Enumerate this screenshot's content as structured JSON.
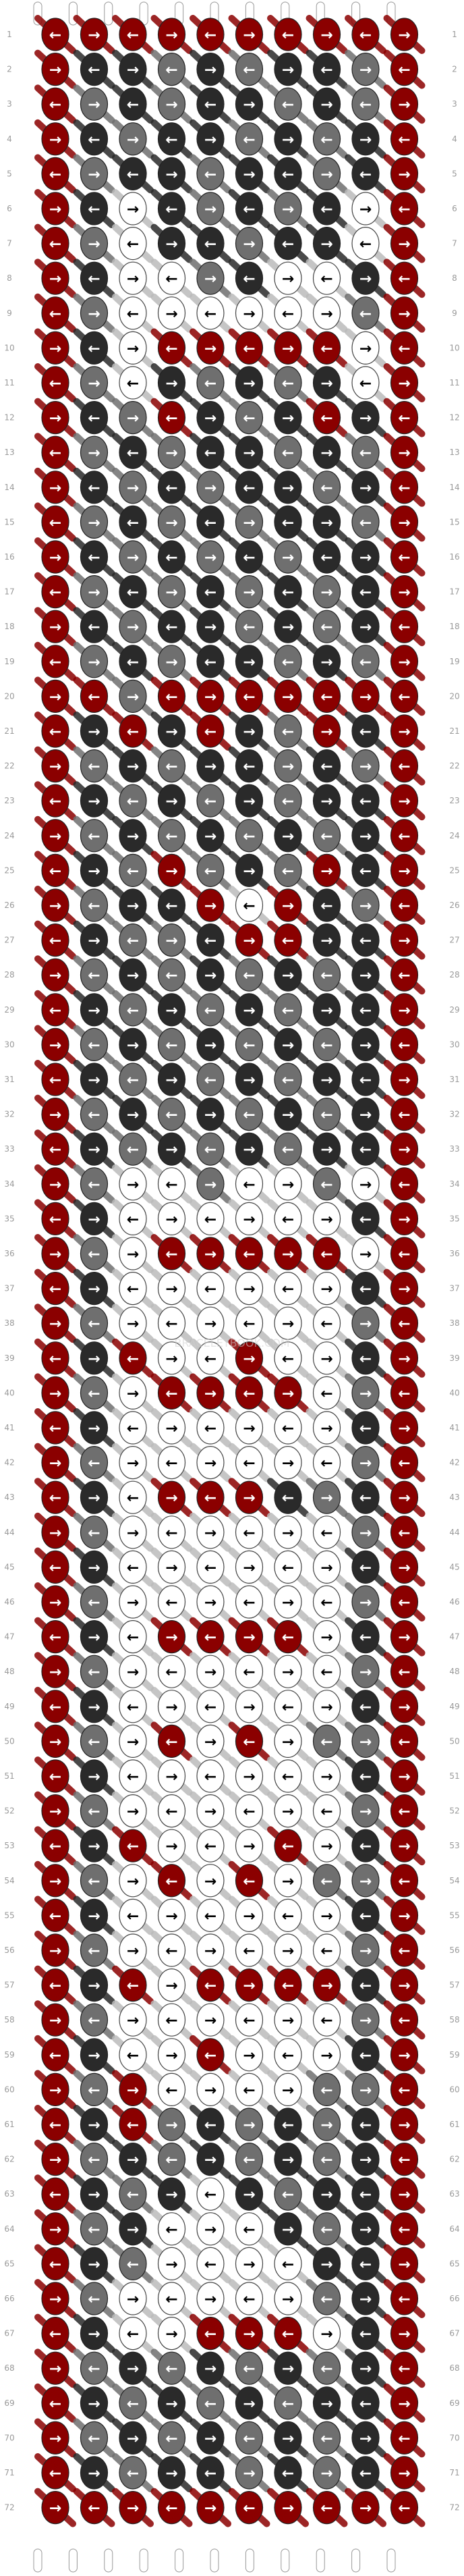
{
  "pattern": {
    "strings": 11,
    "rows": 72,
    "colors": {
      "red": "#8b0000",
      "dark": "#2a2a2a",
      "gray": "#6f6f6f",
      "white": "#ffffff"
    },
    "string_start_colors": [
      "red",
      "red",
      "red",
      "red",
      "red",
      "red",
      "red",
      "red",
      "red",
      "red",
      "red"
    ],
    "row_pattern": [
      [
        "red",
        "red",
        "red",
        "red",
        "red",
        "red",
        "red",
        "red",
        "red",
        "red"
      ],
      [
        "red",
        "dark",
        "dark",
        "gray",
        "dark",
        "gray",
        "dark",
        "dark",
        "gray",
        "red"
      ],
      [
        "red",
        "gray",
        "dark",
        "gray",
        "dark",
        "dark",
        "gray",
        "dark",
        "gray",
        "red"
      ],
      [
        "red",
        "dark",
        "gray",
        "dark",
        "dark",
        "gray",
        "dark",
        "gray",
        "dark",
        "red"
      ],
      [
        "red",
        "gray",
        "dark",
        "dark",
        "gray",
        "dark",
        "dark",
        "gray",
        "dark",
        "red"
      ],
      [
        "red",
        "dark",
        "white",
        "dark",
        "gray",
        "dark",
        "gray",
        "dark",
        "white",
        "red"
      ],
      [
        "red",
        "gray",
        "white",
        "dark",
        "dark",
        "gray",
        "dark",
        "dark",
        "white",
        "red"
      ],
      [
        "red",
        "dark",
        "white",
        "white",
        "gray",
        "dark",
        "white",
        "white",
        "dark",
        "red"
      ],
      [
        "red",
        "gray",
        "white",
        "white",
        "white",
        "white",
        "white",
        "white",
        "gray",
        "red"
      ],
      [
        "red",
        "dark",
        "white",
        "red",
        "red",
        "red",
        "red",
        "red",
        "white",
        "red"
      ],
      [
        "red",
        "gray",
        "white",
        "dark",
        "gray",
        "dark",
        "gray",
        "dark",
        "white",
        "red"
      ],
      [
        "red",
        "dark",
        "gray",
        "red",
        "dark",
        "gray",
        "dark",
        "red",
        "dark",
        "red"
      ],
      [
        "red",
        "gray",
        "dark",
        "gray",
        "dark",
        "dark",
        "gray",
        "dark",
        "gray",
        "red"
      ],
      [
        "red",
        "dark",
        "gray",
        "dark",
        "gray",
        "dark",
        "dark",
        "gray",
        "dark",
        "red"
      ],
      [
        "red",
        "gray",
        "dark",
        "gray",
        "dark",
        "gray",
        "dark",
        "dark",
        "gray",
        "red"
      ],
      [
        "red",
        "dark",
        "gray",
        "dark",
        "gray",
        "dark",
        "gray",
        "dark",
        "dark",
        "red"
      ],
      [
        "red",
        "gray",
        "dark",
        "gray",
        "dark",
        "gray",
        "dark",
        "gray",
        "dark",
        "red"
      ],
      [
        "red",
        "dark",
        "gray",
        "dark",
        "dark",
        "gray",
        "dark",
        "gray",
        "dark",
        "red"
      ],
      [
        "red",
        "gray",
        "dark",
        "gray",
        "dark",
        "dark",
        "gray",
        "dark",
        "gray",
        "red"
      ],
      [
        "red",
        "red",
        "gray",
        "red",
        "red",
        "red",
        "red",
        "red",
        "red",
        "red"
      ],
      [
        "red",
        "dark",
        "red",
        "dark",
        "red",
        "dark",
        "gray",
        "red",
        "dark",
        "red"
      ],
      [
        "red",
        "gray",
        "dark",
        "gray",
        "dark",
        "dark",
        "gray",
        "dark",
        "gray",
        "red"
      ],
      [
        "red",
        "dark",
        "gray",
        "dark",
        "gray",
        "dark",
        "gray",
        "dark",
        "dark",
        "red"
      ],
      [
        "red",
        "gray",
        "dark",
        "gray",
        "dark",
        "gray",
        "dark",
        "gray",
        "dark",
        "red"
      ],
      [
        "red",
        "dark",
        "gray",
        "red",
        "gray",
        "dark",
        "gray",
        "red",
        "dark",
        "red"
      ],
      [
        "red",
        "gray",
        "dark",
        "dark",
        "red",
        "white",
        "red",
        "dark",
        "gray",
        "red"
      ],
      [
        "red",
        "dark",
        "gray",
        "gray",
        "dark",
        "red",
        "red",
        "dark",
        "dark",
        "red"
      ],
      [
        "red",
        "gray",
        "dark",
        "gray",
        "dark",
        "gray",
        "dark",
        "gray",
        "dark",
        "red"
      ],
      [
        "red",
        "dark",
        "gray",
        "dark",
        "gray",
        "dark",
        "gray",
        "dark",
        "dark",
        "red"
      ],
      [
        "red",
        "gray",
        "dark",
        "gray",
        "dark",
        "gray",
        "dark",
        "gray",
        "dark",
        "red"
      ],
      [
        "red",
        "dark",
        "gray",
        "dark",
        "gray",
        "dark",
        "gray",
        "dark",
        "dark",
        "red"
      ],
      [
        "red",
        "gray",
        "dark",
        "gray",
        "dark",
        "gray",
        "dark",
        "gray",
        "dark",
        "red"
      ],
      [
        "red",
        "dark",
        "gray",
        "dark",
        "gray",
        "dark",
        "gray",
        "dark",
        "dark",
        "red"
      ],
      [
        "red",
        "gray",
        "white",
        "white",
        "gray",
        "white",
        "white",
        "gray",
        "white",
        "red"
      ],
      [
        "red",
        "dark",
        "white",
        "white",
        "white",
        "white",
        "white",
        "white",
        "dark",
        "red"
      ],
      [
        "red",
        "gray",
        "white",
        "red",
        "red",
        "red",
        "red",
        "red",
        "white",
        "red"
      ],
      [
        "red",
        "dark",
        "white",
        "white",
        "white",
        "white",
        "white",
        "white",
        "dark",
        "red"
      ],
      [
        "red",
        "gray",
        "white",
        "white",
        "white",
        "white",
        "white",
        "white",
        "gray",
        "red"
      ],
      [
        "red",
        "dark",
        "red",
        "white",
        "white",
        "red",
        "white",
        "white",
        "dark",
        "red"
      ],
      [
        "red",
        "gray",
        "white",
        "red",
        "red",
        "red",
        "red",
        "white",
        "gray",
        "red"
      ],
      [
        "red",
        "dark",
        "white",
        "white",
        "white",
        "white",
        "white",
        "white",
        "dark",
        "red"
      ],
      [
        "red",
        "gray",
        "white",
        "white",
        "white",
        "white",
        "white",
        "white",
        "gray",
        "red"
      ],
      [
        "red",
        "dark",
        "white",
        "red",
        "red",
        "red",
        "dark",
        "gray",
        "dark",
        "red"
      ],
      [
        "red",
        "gray",
        "white",
        "white",
        "white",
        "white",
        "white",
        "white",
        "gray",
        "red"
      ],
      [
        "red",
        "dark",
        "white",
        "white",
        "white",
        "white",
        "white",
        "white",
        "dark",
        "red"
      ],
      [
        "red",
        "gray",
        "white",
        "white",
        "white",
        "white",
        "white",
        "white",
        "gray",
        "red"
      ],
      [
        "red",
        "dark",
        "white",
        "red",
        "red",
        "red",
        "red",
        "white",
        "dark",
        "red"
      ],
      [
        "red",
        "gray",
        "white",
        "white",
        "white",
        "white",
        "white",
        "white",
        "gray",
        "red"
      ],
      [
        "red",
        "dark",
        "white",
        "white",
        "white",
        "white",
        "white",
        "white",
        "dark",
        "red"
      ],
      [
        "red",
        "gray",
        "white",
        "red",
        "white",
        "red",
        "white",
        "gray",
        "gray",
        "red"
      ],
      [
        "red",
        "dark",
        "white",
        "white",
        "white",
        "white",
        "white",
        "white",
        "dark",
        "red"
      ],
      [
        "red",
        "gray",
        "white",
        "white",
        "white",
        "white",
        "white",
        "white",
        "gray",
        "red"
      ],
      [
        "red",
        "dark",
        "red",
        "white",
        "white",
        "white",
        "red",
        "white",
        "dark",
        "red"
      ],
      [
        "red",
        "gray",
        "white",
        "red",
        "white",
        "red",
        "white",
        "gray",
        "gray",
        "red"
      ],
      [
        "red",
        "dark",
        "white",
        "white",
        "white",
        "white",
        "white",
        "white",
        "dark",
        "red"
      ],
      [
        "red",
        "gray",
        "white",
        "white",
        "white",
        "white",
        "white",
        "white",
        "gray",
        "red"
      ],
      [
        "red",
        "dark",
        "red",
        "white",
        "red",
        "red",
        "red",
        "red",
        "dark",
        "red"
      ],
      [
        "red",
        "gray",
        "white",
        "white",
        "white",
        "white",
        "white",
        "white",
        "gray",
        "red"
      ],
      [
        "red",
        "dark",
        "white",
        "white",
        "red",
        "white",
        "white",
        "white",
        "dark",
        "red"
      ],
      [
        "red",
        "gray",
        "red",
        "white",
        "white",
        "white",
        "white",
        "gray",
        "gray",
        "red"
      ],
      [
        "red",
        "dark",
        "red",
        "gray",
        "dark",
        "gray",
        "dark",
        "gray",
        "dark",
        "red"
      ],
      [
        "red",
        "gray",
        "dark",
        "gray",
        "dark",
        "gray",
        "dark",
        "gray",
        "dark",
        "red"
      ],
      [
        "red",
        "dark",
        "gray",
        "dark",
        "white",
        "dark",
        "gray",
        "dark",
        "dark",
        "red"
      ],
      [
        "red",
        "gray",
        "dark",
        "white",
        "white",
        "white",
        "dark",
        "gray",
        "dark",
        "red"
      ],
      [
        "red",
        "dark",
        "gray",
        "white",
        "white",
        "white",
        "white",
        "dark",
        "dark",
        "red"
      ],
      [
        "red",
        "gray",
        "white",
        "white",
        "white",
        "white",
        "white",
        "gray",
        "dark",
        "red"
      ],
      [
        "red",
        "dark",
        "white",
        "white",
        "red",
        "red",
        "red",
        "white",
        "dark",
        "red"
      ],
      [
        "red",
        "gray",
        "dark",
        "gray",
        "dark",
        "gray",
        "dark",
        "gray",
        "dark",
        "red"
      ],
      [
        "red",
        "dark",
        "gray",
        "dark",
        "gray",
        "dark",
        "gray",
        "dark",
        "dark",
        "red"
      ],
      [
        "red",
        "gray",
        "dark",
        "gray",
        "dark",
        "gray",
        "dark",
        "gray",
        "dark",
        "red"
      ],
      [
        "red",
        "dark",
        "gray",
        "dark",
        "dark",
        "gray",
        "dark",
        "gray",
        "dark",
        "red"
      ],
      [
        "red",
        "red",
        "red",
        "red",
        "red",
        "red",
        "red",
        "red",
        "red",
        "red"
      ]
    ],
    "watermark": "BRACELETBOOK.COM"
  }
}
